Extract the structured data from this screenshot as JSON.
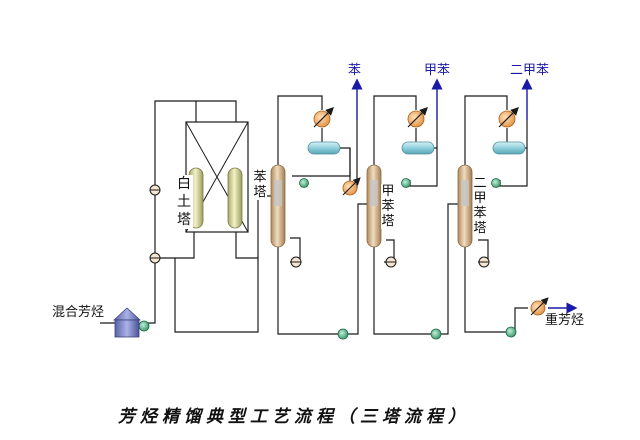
{
  "caption": "芳烃精馏典型工艺流程（三塔流程）",
  "feed_label": "混合芳烃",
  "heavy_label": "重芳烃",
  "clay_tower_label": "白土塔",
  "column1_label": "苯塔",
  "column2_label": "甲苯塔",
  "column3_label": "二甲苯塔",
  "product1_label": "苯",
  "product2_label": "甲苯",
  "product3_label": "二甲苯",
  "colors": {
    "pipe": "#1b1b1b",
    "arrow": "#1a1aa8",
    "column": "#d9b98f",
    "clay_vessel": "#d8d8a0",
    "drum": "#9fd6e0",
    "pump": "#2e9a6e",
    "exchanger": "#f0a35a",
    "tank": "#7a82c8"
  }
}
